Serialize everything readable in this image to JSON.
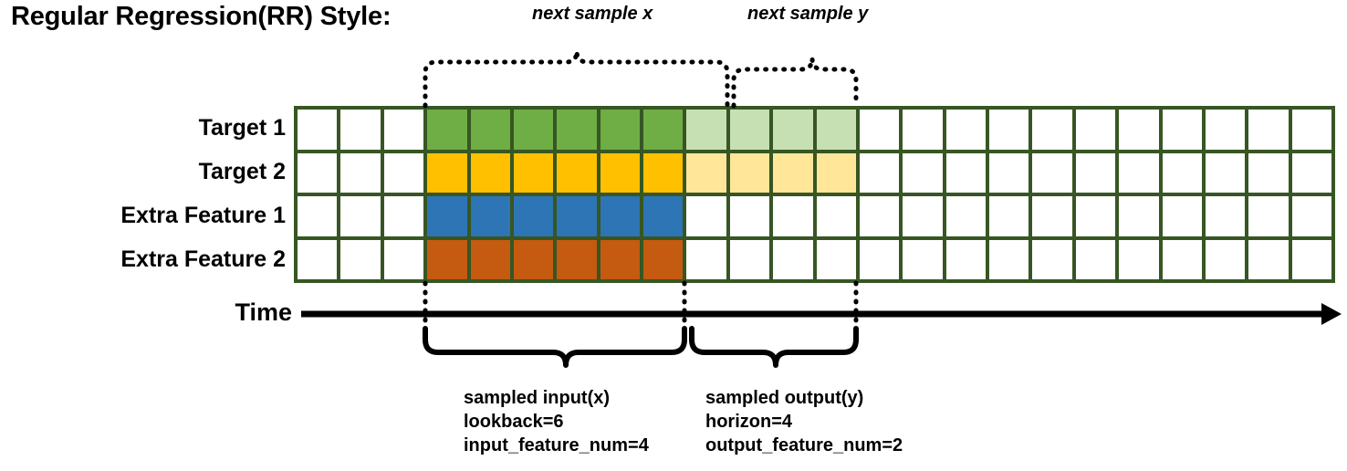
{
  "title": "Regular Regression(RR) Style:",
  "rows": [
    {
      "label": "Target 1",
      "color_name": "green",
      "color": "#6FAD45",
      "faded_color": "#C6E0B4"
    },
    {
      "label": "Target 2",
      "color_name": "yellow",
      "color": "#FFC000",
      "faded_color": "#FFE699"
    },
    {
      "label": "Extra Feature 1",
      "color_name": "blue",
      "color": "#2E75B6",
      "faded_color": null
    },
    {
      "label": "Extra Feature 2",
      "color_name": "orange",
      "color": "#C55A11",
      "faded_color": null
    }
  ],
  "grid": {
    "total_columns": 24,
    "total_rows": 4,
    "leading_blank_columns": 3,
    "input_columns": 6,
    "output_columns": 4,
    "trailing_blank_columns": 11,
    "border_color": "#375623",
    "empty_color": "#FFFFFF"
  },
  "axis": {
    "label": "Time",
    "direction": "right"
  },
  "annotations": {
    "top_left": "next sample x",
    "top_right": "next sample y"
  },
  "brace_blocks": {
    "input": {
      "title": "sampled input(x)",
      "line2": "lookback=6",
      "line3": "input_feature_num=4"
    },
    "output": {
      "title": "sampled output(y)",
      "line2": "horizon=4",
      "line3": "output_feature_num=2"
    }
  },
  "chart_data": {
    "type": "heatmap",
    "title": "Regular Regression(RR) Style:",
    "categories": [
      "Target 1",
      "Target 2",
      "Extra Feature 1",
      "Extra Feature 2"
    ],
    "x": "time steps (24 columns)",
    "series": [
      {
        "name": "Target 1",
        "filled_input": [
          4,
          5,
          6,
          7,
          8,
          9
        ],
        "filled_output": [
          10,
          11,
          12,
          13
        ]
      },
      {
        "name": "Target 2",
        "filled_input": [
          4,
          5,
          6,
          7,
          8,
          9
        ],
        "filled_output": [
          10,
          11,
          12,
          13
        ]
      },
      {
        "name": "Extra Feature 1",
        "filled_input": [
          4,
          5,
          6,
          7,
          8,
          9
        ],
        "filled_output": []
      },
      {
        "name": "Extra Feature 2",
        "filled_input": [
          4,
          5,
          6,
          7,
          8,
          9
        ],
        "filled_output": []
      }
    ],
    "lookback": 6,
    "horizon": 4,
    "input_feature_num": 4,
    "output_feature_num": 2,
    "grid": true,
    "legend": "none"
  }
}
